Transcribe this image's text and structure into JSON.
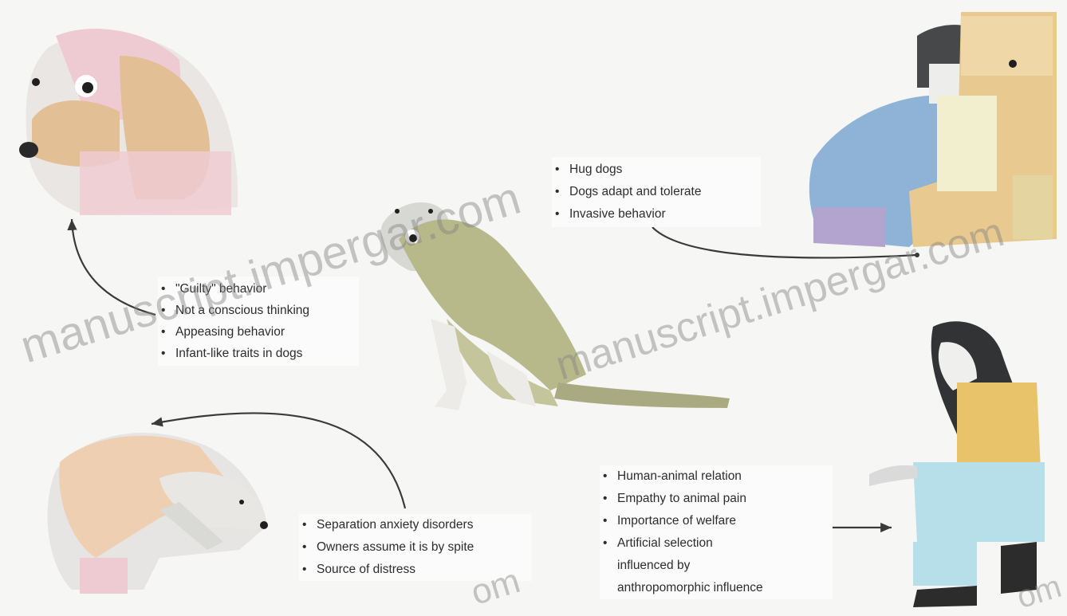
{
  "figure": {
    "groups": {
      "instinct": {
        "items": [
          "\"Guilty\" behavior",
          "Not a conscious thinking",
          "Appeasing behavior",
          "Infant-like traits in dogs"
        ]
      },
      "hugging": {
        "items": [
          "Hug dogs",
          "Dogs adapt and tolerate",
          "Invasive behavior"
        ]
      },
      "separation": {
        "items": [
          "Separation anxiety disorders",
          "Owners assume it is by spite",
          "Source of distress"
        ]
      },
      "human_animal": {
        "items": [
          "Human-animal relation",
          "Empathy to animal pain",
          "Importance of welfare",
          "Artificial selection"
        ],
        "continuation": [
          "influenced by",
          "anthropomorphic influence"
        ]
      }
    },
    "watermark": {
      "text": "manuscript.impergar.com",
      "fragment": "om"
    },
    "colors": {
      "line": "#3a3a3a",
      "text": "#2d2d2d",
      "dog_tan": "#e3bf96",
      "dog_olive": "#b8b98a",
      "pink": "#eecbd2",
      "shirt_blue": "#8fb3d6",
      "jeans": "#b7dfe9",
      "sweater_yellow": "#e8c36a"
    }
  }
}
